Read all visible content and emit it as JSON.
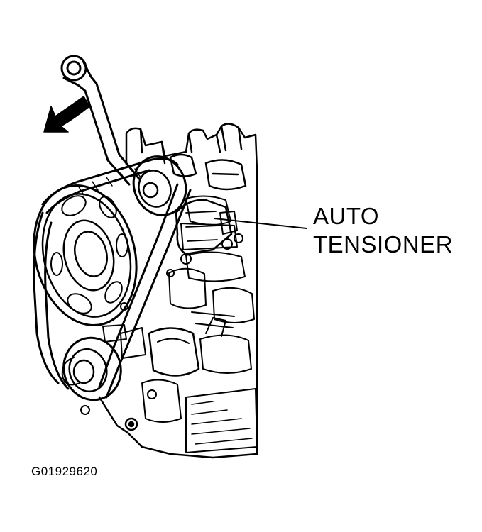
{
  "diagram": {
    "callout": {
      "line1": "AUTO",
      "line2": "TENSIONER"
    },
    "figure_code": "G01929620",
    "icons": [
      "rotation-arrow-icon",
      "wrench-tool",
      "engine-block",
      "crankshaft-pulley",
      "idler-pulley",
      "drive-belt"
    ],
    "colors": {
      "ink": "#000000",
      "paper": "#ffffff"
    }
  }
}
